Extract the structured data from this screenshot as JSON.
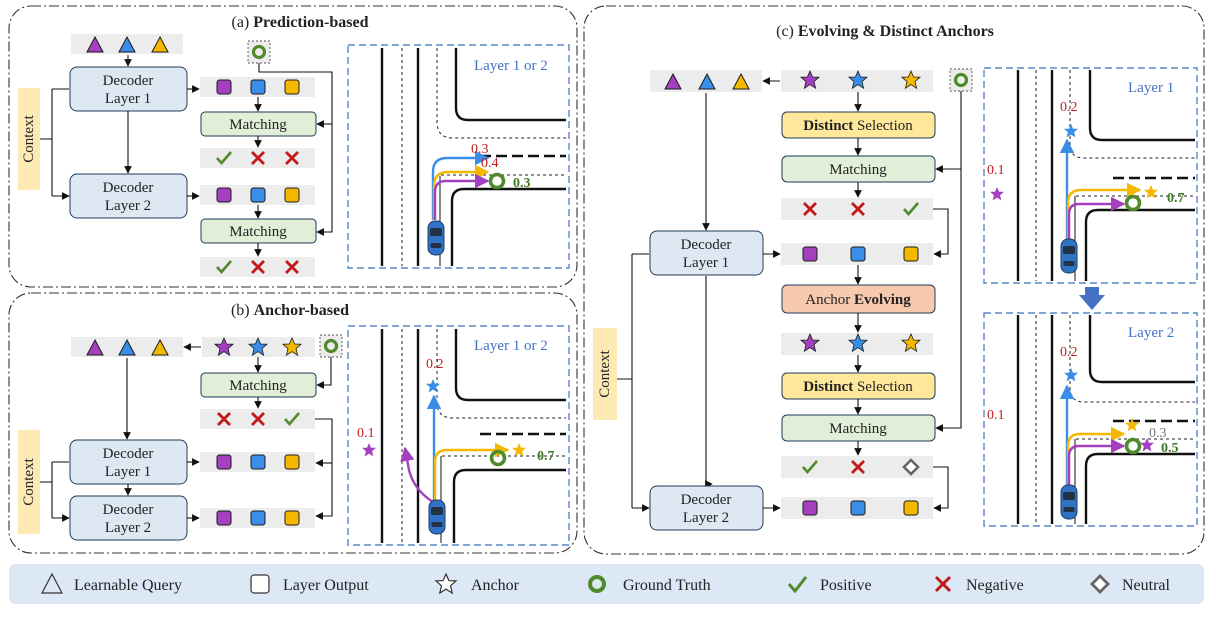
{
  "panels": {
    "a": {
      "label_prefix": "(a) ",
      "label_bold": "Prediction-based",
      "layer_label": "Layer 1 or 2"
    },
    "b": {
      "label_prefix": "(b) ",
      "label_bold": "Anchor-based",
      "layer_label": "Layer 1 or 2"
    },
    "c": {
      "label_prefix": "(c) ",
      "label_bold": "Evolving & Distinct Anchors",
      "layer1_label": "Layer 1",
      "layer2_label": "Layer 2"
    }
  },
  "labels": {
    "context": "Context",
    "decoder": "Decoder",
    "layer1": "Layer 1",
    "layer2": "Layer 2",
    "matching": "Matching",
    "distinct_bold": "Distinct",
    "selection": " Selection",
    "anchor_prefix": "Anchor ",
    "evolving_bold": "Evolving"
  },
  "scores": {
    "a": [
      "0.3",
      "0.4",
      "0.3"
    ],
    "b": [
      "0.2",
      "0.1",
      "0.7"
    ],
    "c1": [
      "0.2",
      "0.1",
      "0.7"
    ],
    "c2": [
      "0.2",
      "0.1",
      "0.3",
      "0.5"
    ]
  },
  "legend": [
    {
      "icon": "triangle",
      "label": "Learnable Query"
    },
    {
      "icon": "square",
      "label": "Layer Output"
    },
    {
      "icon": "star",
      "label": "Anchor"
    },
    {
      "icon": "ring",
      "label": "Ground Truth"
    },
    {
      "icon": "check",
      "label": "Positive"
    },
    {
      "icon": "cross",
      "label": "Negative"
    },
    {
      "icon": "diamond",
      "label": "Neutral"
    }
  ],
  "colors": {
    "purple": "#a43fbf",
    "blue": "#3b8ee8",
    "yellow": "#f5b800",
    "green": "#4f8a2c",
    "red": "#c21a1a",
    "score_red": "#c0201e",
    "score_green": "#3d7a1f",
    "layer_blue": "#4472c4"
  }
}
